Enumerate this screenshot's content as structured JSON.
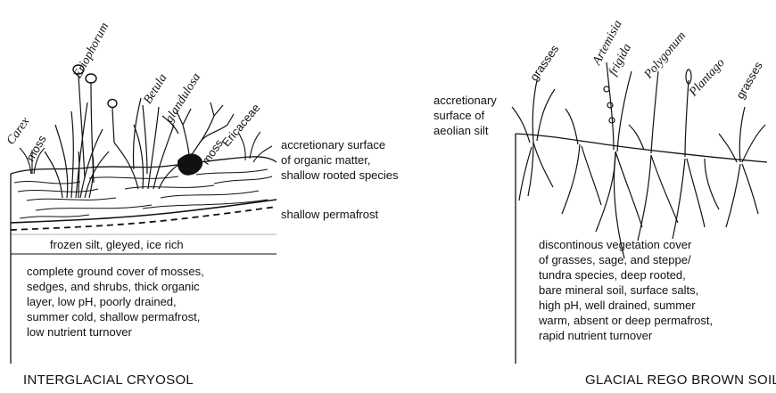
{
  "left": {
    "plants": {
      "carex": "Carex",
      "moss_1": "moss",
      "eriophorum": "Eriophorum",
      "betula": "Betula",
      "glandulosa": "glandulosa",
      "moss_2": "moss",
      "ericaceae": "Ericaceae"
    },
    "annotation_surface": "accretionary surface\nof organic matter,\nshallow rooted species",
    "annotation_permafrost": "shallow permafrost",
    "frozen_layer": "frozen silt, gleyed, ice rich",
    "description": "complete ground cover of mosses,\nsedges, and shrubs, thick organic\nlayer, low pH, poorly drained,\nsummer cold, shallow permafrost,\nlow nutrient turnover",
    "title": "INTERGLACIAL CRYOSOL"
  },
  "right": {
    "plants": {
      "grasses_1": "grasses",
      "artemisia": "Artemisia",
      "frigida": "frigida",
      "polygonum": "Polygonum",
      "plantago": "Plantago",
      "grasses_2": "grasses"
    },
    "annotation_surface": "accretionary\nsurface of\naeolian silt",
    "description": "discontinous vegetation cover\nof grasses, sage, and steppe/\ntundra species, deep rooted,\nbare mineral soil, surface salts,\nhigh pH, well drained, summer\nwarm, absent or deep permafrost,\nrapid nutrient turnover",
    "title": "GLACIAL REGO BROWN SOIL"
  }
}
